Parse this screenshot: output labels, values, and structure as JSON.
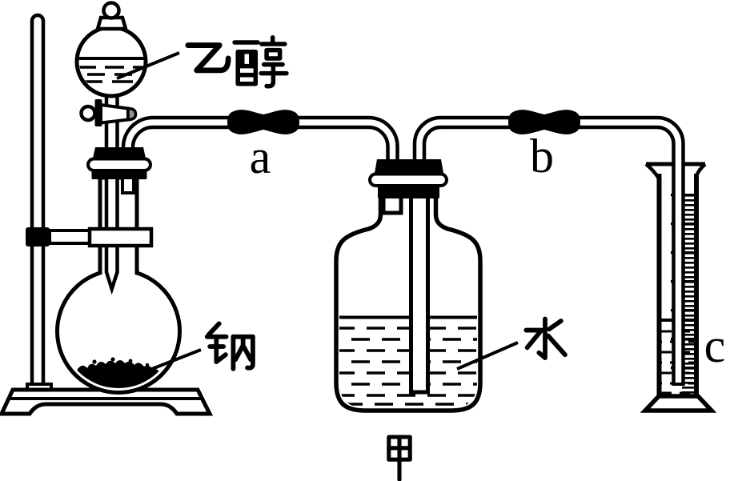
{
  "scene": {
    "background": "#ffffff",
    "ink": "#000000",
    "stopcock_tip_gray": "#8f8f8f",
    "description": "Chemistry apparatus: dropping funnel with ethanol above a round-bottom flask containing sodium on an iron stand; gas tube a leads to gas-washing bottle 甲 with water; tube b leads water to measuring cylinder c"
  },
  "labels": {
    "ethanol": "乙醇",
    "sodium": "钠",
    "water": "水",
    "bottle_jia": "甲",
    "tube_a": "a",
    "tube_b": "b",
    "cylinder_c": "c"
  }
}
